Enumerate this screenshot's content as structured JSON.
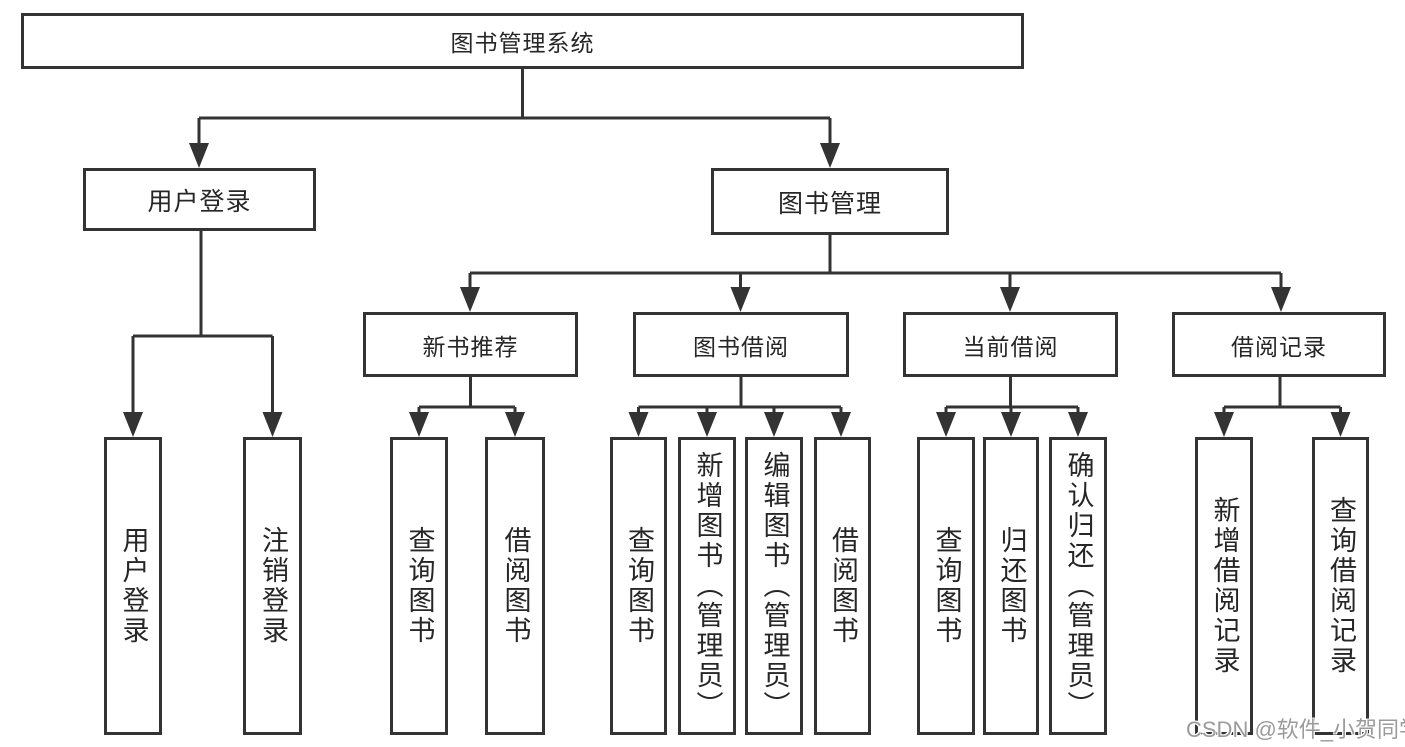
{
  "diagram": {
    "root": "图书管理系统",
    "level2": [
      {
        "label": "用户登录",
        "leaves": [
          "用户登录",
          "注销登录"
        ]
      },
      {
        "label": "图书管理",
        "groups": [
          {
            "label": "新书推荐",
            "leaves": [
              "查询图书",
              "借阅图书"
            ]
          },
          {
            "label": "图书借阅",
            "leaves": [
              "查询图书",
              "新增图书（管理员）",
              "编辑图书（管理员）",
              "借阅图书"
            ]
          },
          {
            "label": "当前借阅",
            "leaves": [
              "查询图书",
              "归还图书",
              "确认归还（管理员）"
            ]
          },
          {
            "label": "借阅记录",
            "leaves": [
              "新增借阅记录",
              "查询借阅记录"
            ]
          }
        ]
      }
    ],
    "colors": {
      "line": "#333333",
      "box_background": "#ffffff",
      "text": "#262626",
      "watermark": "#9b9b9b"
    },
    "watermark": "CSDN @软件_小贺同学"
  }
}
